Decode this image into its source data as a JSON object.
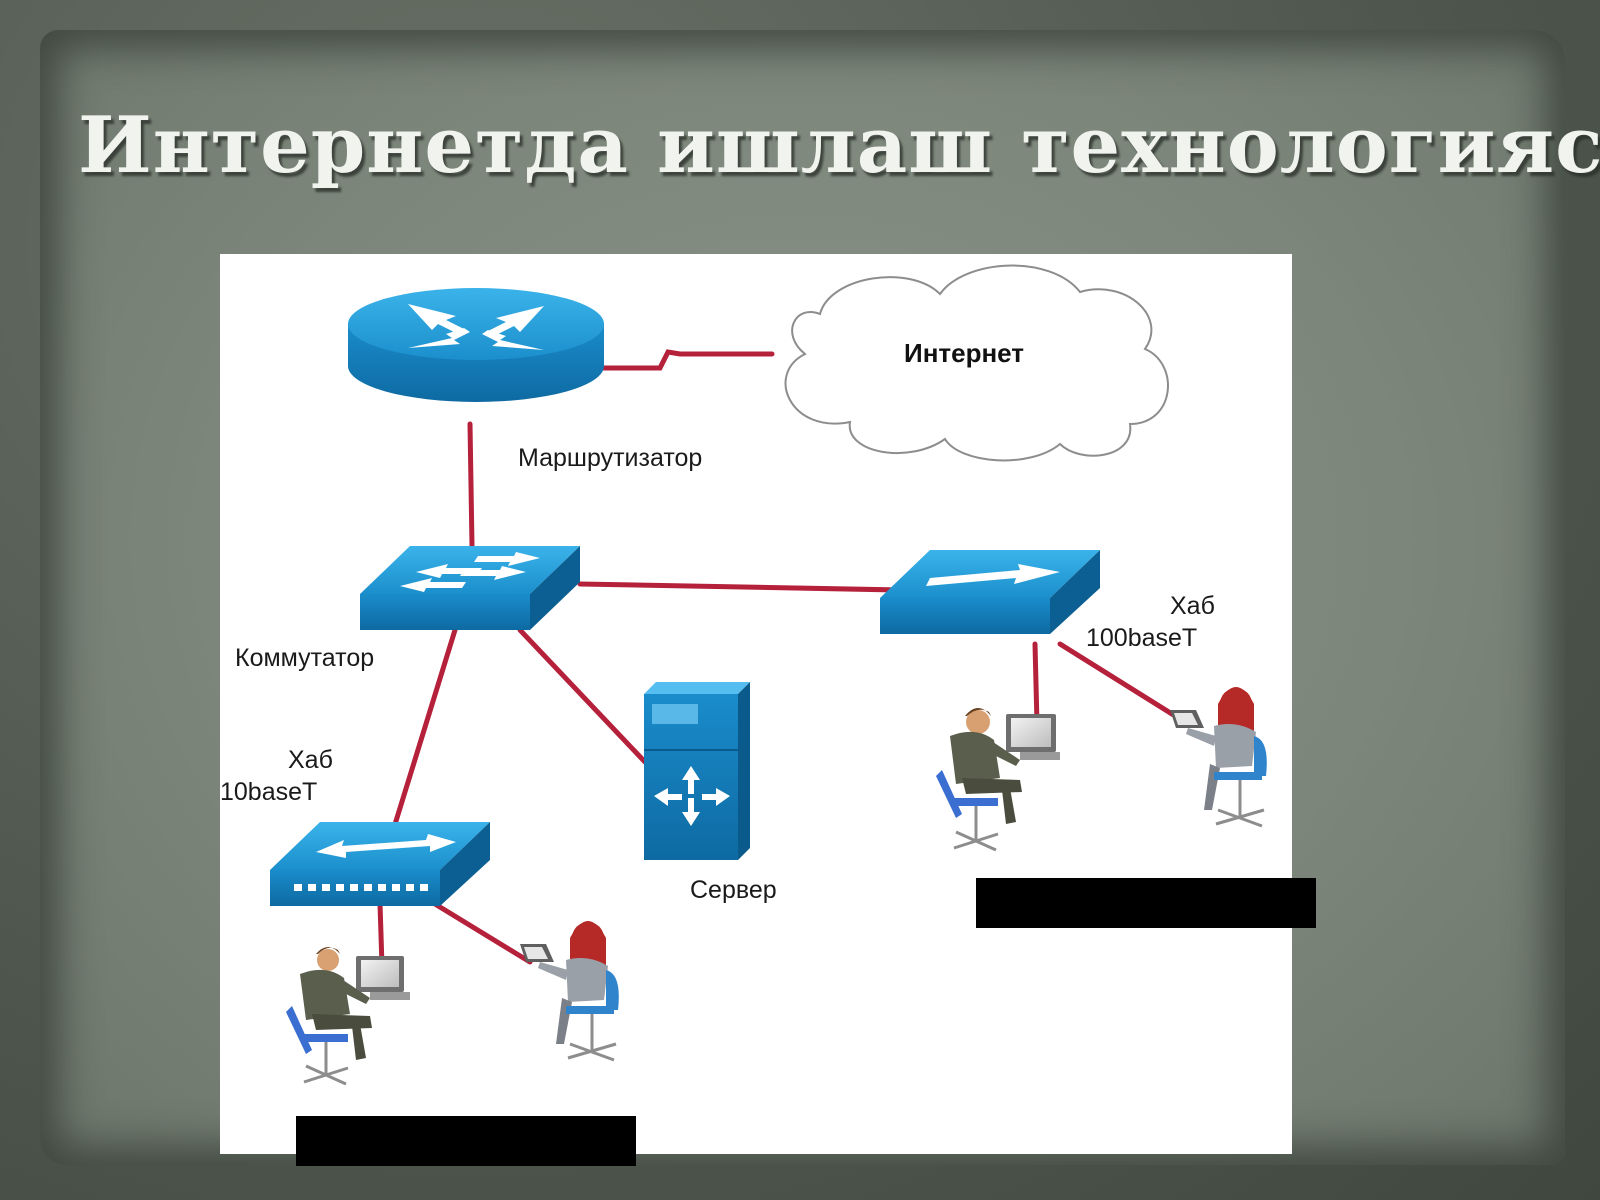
{
  "title": "Интернетда ишлаш технологияси",
  "diagram": {
    "cloud_label": "Интернет",
    "router_label": "Маршрутизатор",
    "switch_label": "Коммутатор",
    "server_label": "Сервер",
    "hub_left": {
      "name": "Хаб",
      "spec": "10baseT"
    },
    "hub_right": {
      "name": "Хаб",
      "spec": "100baseT"
    }
  },
  "colors": {
    "device_blue": "#1e9ad6",
    "device_dark": "#0f6fa6",
    "link_red": "#b5213a",
    "person_suit": "#5a5e4c",
    "chair_blue": "#3a6ed0"
  }
}
